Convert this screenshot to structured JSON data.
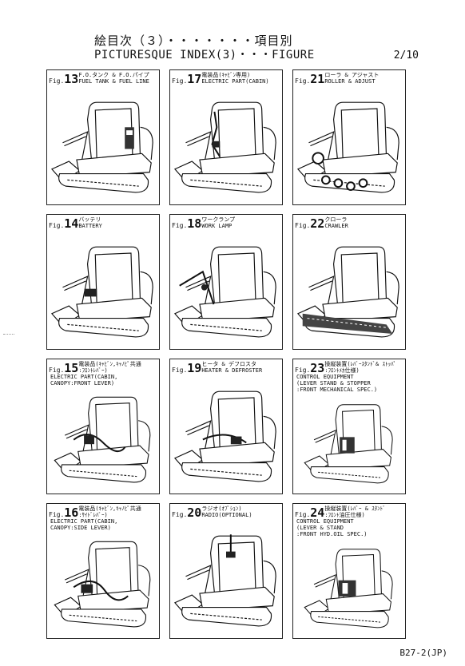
{
  "header": {
    "title_jp": "絵目次（３）・・・・・・・項目別",
    "title_en": "PICTURESQUE INDEX(3)・・・FIGURE",
    "page": "2/10"
  },
  "footer": {
    "doc_code": "B27-2(JP)"
  },
  "figures": [
    {
      "fig": "Fig.",
      "num": "13",
      "line1": "F.O.タンク & F.O.パイプ",
      "line2": "FUEL TANK & FUEL LINE",
      "extra": []
    },
    {
      "fig": "Fig.",
      "num": "17",
      "line1": "電装品(ｷｬﾋﾞﾝ専用)",
      "line2": "ELECTRIC PART(CABIN)",
      "extra": []
    },
    {
      "fig": "Fig.",
      "num": "21",
      "line1": "ローラ & アジャスト",
      "line2": "ROLLER & ADJUST",
      "extra": []
    },
    {
      "fig": "Fig.",
      "num": "14",
      "line1": "バッテリ",
      "line2": "BATTERY",
      "extra": []
    },
    {
      "fig": "Fig.",
      "num": "18",
      "line1": "ワークランプ",
      "line2": "WORK LAMP",
      "extra": []
    },
    {
      "fig": "Fig.",
      "num": "22",
      "line1": "クローラ",
      "line2": "CRAWLER",
      "extra": []
    },
    {
      "fig": "Fig.",
      "num": "15",
      "line1": "電装品(ｷｬﾋﾞﾝ,ｷｬﾉﾋﾟ共通",
      "line2": ":ﾌﾛﾝﾄﾚﾊﾞｰ)",
      "extra": [
        "ELECTRIC PART(CABIN,",
        "CANOPY:FRONT LEVER)"
      ]
    },
    {
      "fig": "Fig.",
      "num": "19",
      "line1": "ヒータ & デフロスタ",
      "line2": "HEATER & DEFROSTER",
      "extra": []
    },
    {
      "fig": "Fig.",
      "num": "23",
      "line1": "操縦装置(ﾚﾊﾞｰｽﾀﾝﾄﾞ& ｽﾄｯﾊﾟ",
      "line2": ":ﾌﾛﾝﾄﾒｶ仕様)",
      "extra": [
        "CONTROL EQUIPMENT",
        "(LEVER STAND & STOPPER",
        ":FRONT MECHANICAL SPEC.)"
      ]
    },
    {
      "fig": "Fig.",
      "num": "16",
      "line1": "電装品(ｷｬﾋﾞﾝ,ｷｬﾉﾋﾟ共通",
      "line2": ":ｻｲﾄﾞﾚﾊﾞｰ)",
      "extra": [
        "ELECTRIC PART(CABIN,",
        "CANOPY:SIDE LEVER)"
      ]
    },
    {
      "fig": "Fig.",
      "num": "20",
      "line1": "ラジオ(ｵﾌﾟｼｮﾝ)",
      "line2": "RADIO(OPTIONAL)",
      "extra": []
    },
    {
      "fig": "Fig.",
      "num": "24",
      "line1": "操縦装置(ﾚﾊﾞｰ & ｽﾀﾝﾄﾞ",
      "line2": ":ﾌﾛﾝﾄ油圧仕様)",
      "extra": [
        "CONTROL EQUIPMENT",
        "(LEVER & STAND",
        ":FRONT HYD.OIL SPEC.)"
      ]
    }
  ]
}
